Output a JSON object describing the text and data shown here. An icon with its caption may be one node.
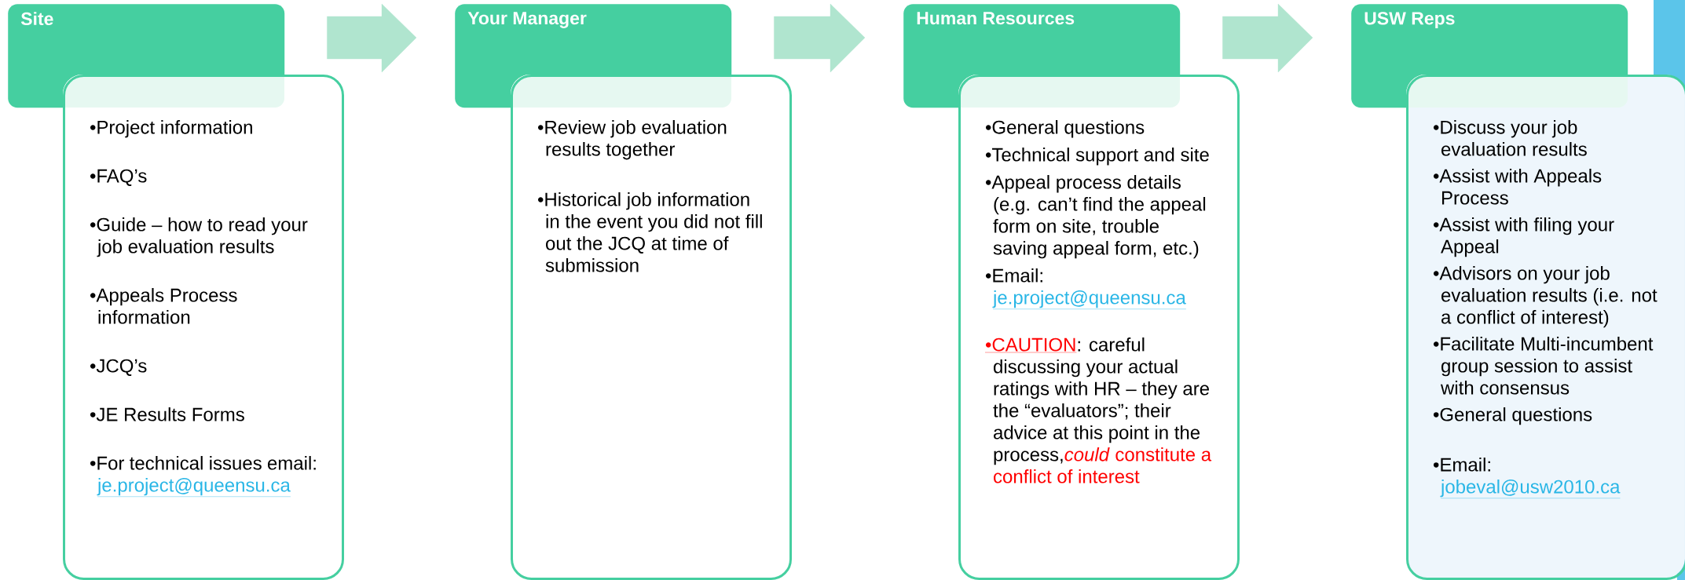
{
  "diagram": {
    "nodes": [
      {
        "text": [
          "Site"
        ]
      },
      {
        "text": [
          "•Project information",
          "•FAQ’s",
          "•Guide – how to read your job evaluation results",
          "•Appeals Process information",
          "•JCQ’s",
          "•JE Results Forms",
          "•For technical issues email:",
          "je.project@queensu.ca"
        ]
      },
      {
        "text": [
          "Your Manager"
        ]
      },
      {
        "text": [
          "•Review job evaluation results together",
          "•Historical job information in the event you did not fill out the JCQ at time of submission"
        ]
      },
      {
        "text": [
          "Human Resources"
        ]
      },
      {
        "text": [
          "•General questions",
          "•Technical support and site",
          "•Appeal process details (e.g. can’t find the appeal form on site, trouble saving appeal form, etc.)",
          "•Email:",
          "je.project@queensu.ca",
          "•CAUTION",
          ": careful discussing your actual ratings with HR – they are the “evaluators”; their advice at this point in the process,",
          "*could* constitute a conflict of interest"
        ]
      },
      {
        "text": [
          "USW Reps"
        ]
      },
      {
        "text": [
          "•Discuss your job evaluation results",
          "•Assist with Appeals Process",
          "•Assist with filing your Appeal",
          "•Advisors on your job evaluation results (i.e. not a conflict of interest)",
          "•Facilitate Multi-incumbent group session to assist with consensus",
          "•General questions",
          "•Email:",
          "jobeval@usw2010.ca"
        ]
      }
    ],
    "edges": [
      {
        "from": 0,
        "to": 2,
        "arrow": "to"
      },
      {
        "from": 2,
        "to": 4,
        "arrow": "to"
      },
      {
        "from": 4,
        "to": 6,
        "arrow": "to"
      }
    ]
  }
}
